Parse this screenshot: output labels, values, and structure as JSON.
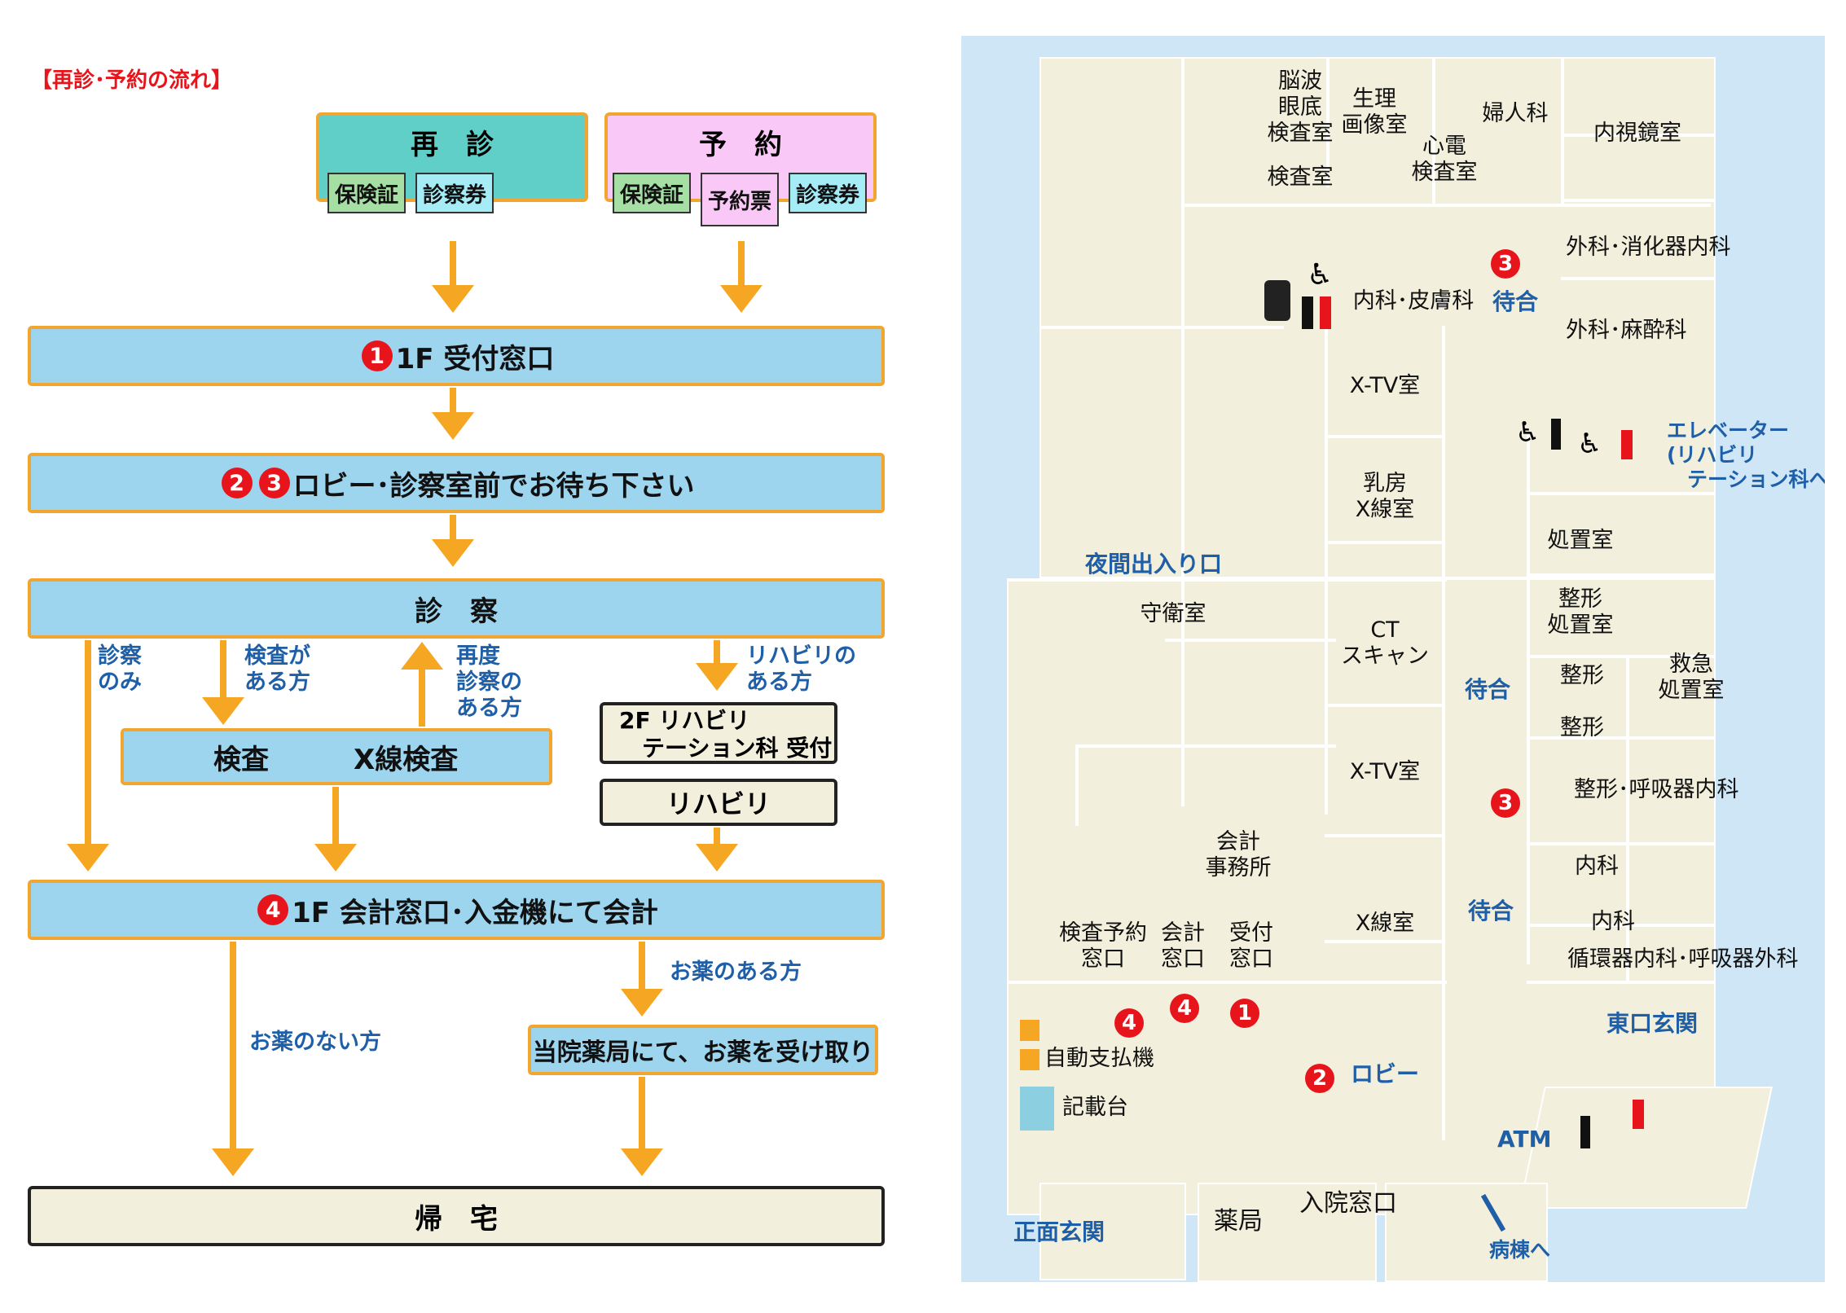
{
  "flow": {
    "title": "【再診･予約の流れ】",
    "saishin": {
      "title": "再　診",
      "chips": [
        "保険証",
        "診察券"
      ]
    },
    "yoyaku": {
      "title": "予　約",
      "chips": [
        "保険証",
        "予約票",
        "診察券"
      ]
    },
    "step1": {
      "num": "1",
      "text": "1F 受付窓口"
    },
    "step2": {
      "nums": [
        "2",
        "3"
      ],
      "text": "ロビー･診察室前でお待ち下さい"
    },
    "shinsatsu": "診　察",
    "branch_labels": {
      "only": "診察\nのみ",
      "kensa": "検査が\nある方",
      "saido": "再度\n診察の\nある方",
      "rehab": "リハビリの\nある方"
    },
    "kensa_box": {
      "left": "検査",
      "right": "X線検査"
    },
    "rehab_reception": "2F リハビリ\n　テーション科 受付",
    "rehab": "リハビリ",
    "step4": {
      "num": "4",
      "text": "1F 会計窓口･入金機にて会計"
    },
    "with_medicine": "お薬のある方",
    "without_medicine": "お薬のない方",
    "pharmacy": "当院薬局にて、お薬を受け取り",
    "home": "帰　宅"
  },
  "map": {
    "rooms": {
      "nouha": "脳波\n眼底\n検査室",
      "seiri": "生理\n画像室",
      "fujinka": "婦人科",
      "naishikyo": "内視鏡室",
      "kensashitsu": "検査室",
      "shinden": "心電\n検査室",
      "geka_shoka": "外科･消化器内科",
      "naika_hifu": "内科･皮膚科",
      "geka_masui": "外科･麻酔科",
      "xtv1": "X-TV室",
      "nyubo": "乳房\nX線室",
      "shochi": "処置室",
      "seikei_shochi": "整形\n処置室",
      "kyukyu": "救急\n処置室",
      "shuei": "守衛室",
      "ct": "CT\nスキャン",
      "seikei1": "整形",
      "seikei2": "整形",
      "seikei_kokyuki": "整形･呼吸器内科",
      "xtv2": "X-TV室",
      "kaikei_jimu": "会計\n事務所",
      "naika1": "内科",
      "naika2": "内科",
      "xsen": "X線室",
      "junkanki": "循環器内科･呼吸器外科",
      "kensa_yoyaku": "検査予約\n窓口",
      "kaikei_madoguchi": "会計\n窓口",
      "uketsuke_madoguchi": "受付\n窓口",
      "jido_shiharai": "自動支払機",
      "kisaidai": "記載台",
      "yakkyoku": "薬局",
      "nyuin": "入院窓口"
    },
    "blue_labels": {
      "machiai1": "待合",
      "machiai2": "待合",
      "machiai3": "待合",
      "elevator": "エレベーター\n(リハビリ\n　テーション科へ)",
      "yakan": "夜間出入り口",
      "higashi": "東口玄関",
      "lobby": "ロビー",
      "atm": "ATM",
      "shomen": "正面玄関",
      "byoto": "病棟へ"
    },
    "markers": [
      "1",
      "2",
      "3",
      "3",
      "4",
      "4"
    ]
  },
  "colors": {
    "bar_fill": "#9dd4ee",
    "bar_border": "#f2a632",
    "water": "#cfe6f6",
    "room": "#f2efdc",
    "red": "#e8141c",
    "blue_text": "#1f5fa8"
  }
}
